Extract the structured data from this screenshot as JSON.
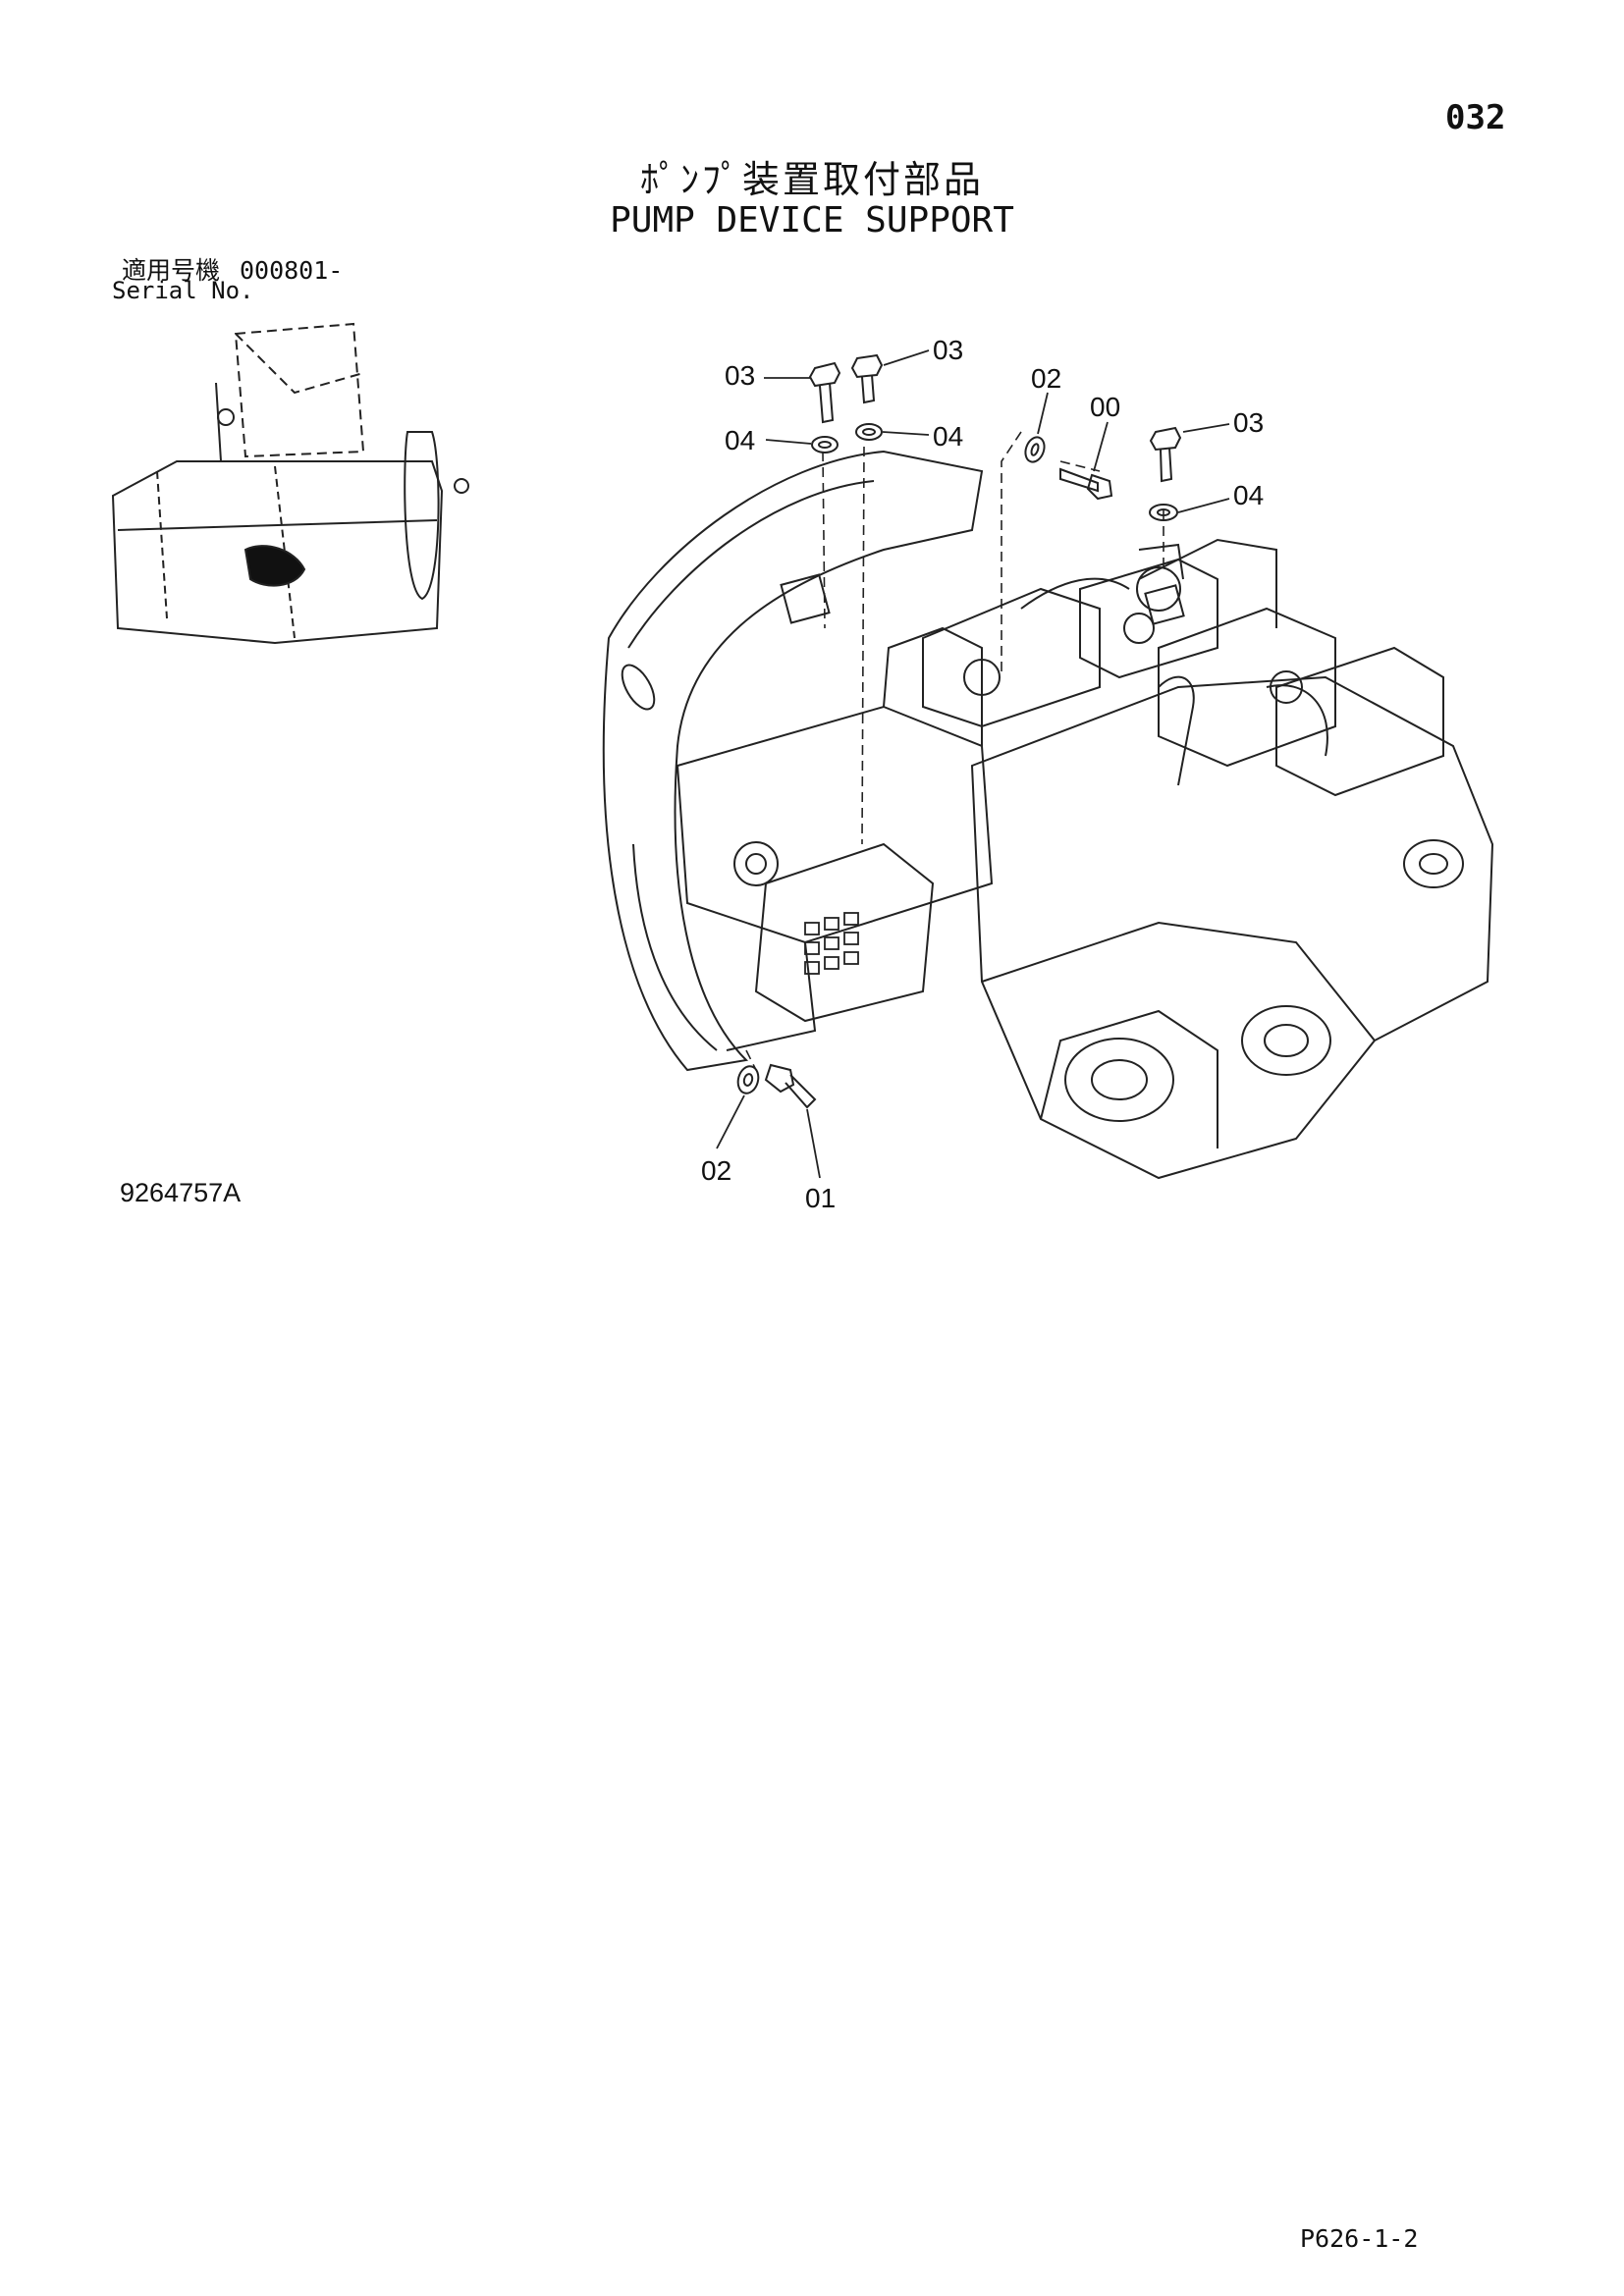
{
  "header": {
    "page_number": "032",
    "title_jp": "ﾎﾟﾝﾌﾟ装置取付部品",
    "title_en": "PUMP DEVICE SUPPORT"
  },
  "serial": {
    "label_jp": "適用号機",
    "value": "000801-",
    "label_en": "Serial No."
  },
  "diagram": {
    "callouts": {
      "c1": "03",
      "c2": "03",
      "c3": "04",
      "c4": "04",
      "c5": "02",
      "c6": "00",
      "c7": "03",
      "c8": "04",
      "c9": "02",
      "c10": "01"
    }
  },
  "footer": {
    "drawing_number": "9264757A",
    "page_ref": "P626-1-2"
  }
}
